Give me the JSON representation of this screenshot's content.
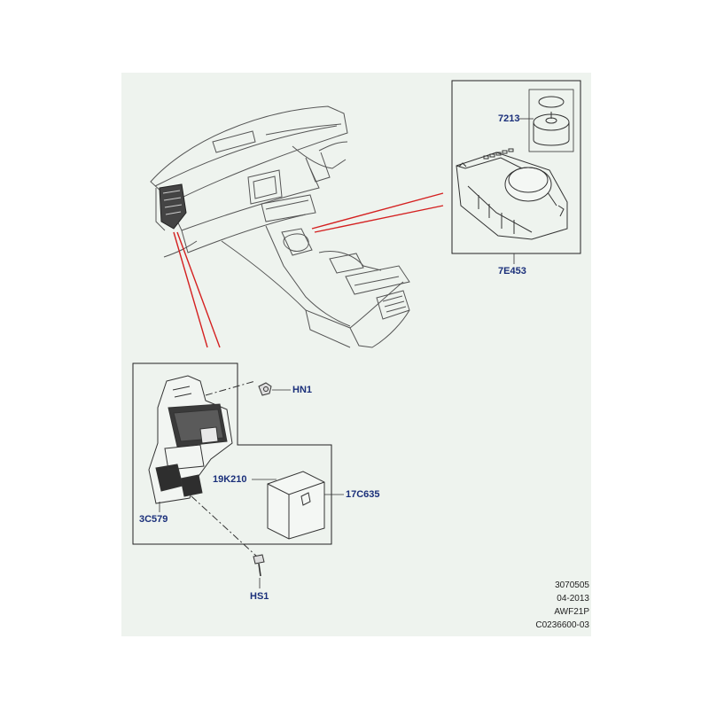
{
  "colors": {
    "background": "#eef3ee",
    "label": "#1a2f7a",
    "leader": "#d42020",
    "linework": "#555555"
  },
  "parts": {
    "p7213": "7213",
    "p7E453": "7E453",
    "pHN1": "HN1",
    "p19K210": "19K210",
    "p17C635": "17C635",
    "p3C579": "3C579",
    "pHS1": "HS1"
  },
  "meta": {
    "line1": "3070505",
    "line2": "04-2013",
    "line3": "AWF21P",
    "line4": "C0236600-03"
  }
}
